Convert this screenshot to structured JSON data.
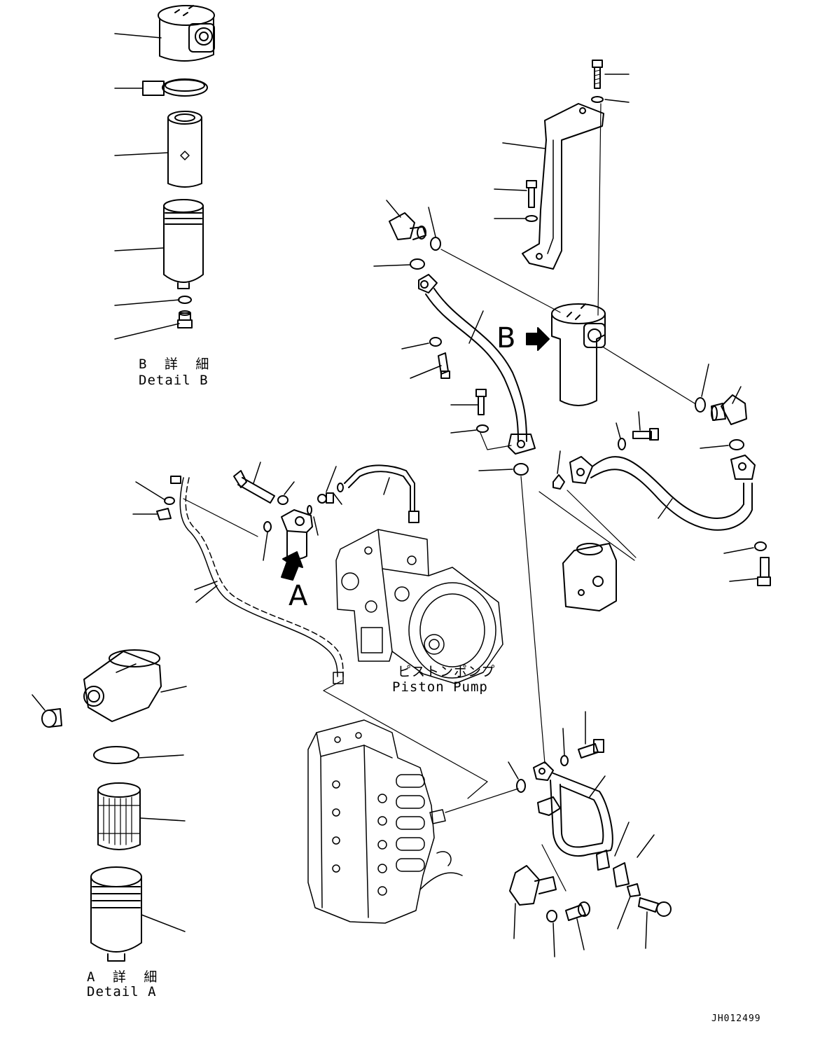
{
  "labels": {
    "detail_b_jp": "B 詳 細",
    "detail_b_en": "Detail B",
    "detail_a_jp": "A 詳 細",
    "detail_a_en": "Detail A",
    "pump_jp": "ピストンポンプ",
    "pump_en": "Piston Pump",
    "view_a": "A",
    "view_b": "B",
    "drawing_code": "JH012499"
  }
}
